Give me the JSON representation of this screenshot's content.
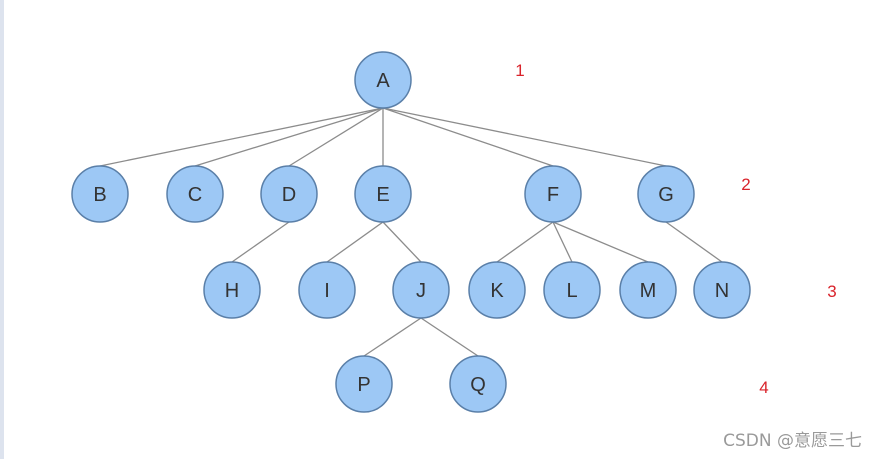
{
  "tree": {
    "nodes": [
      {
        "id": "A",
        "label": "A",
        "parent": null
      },
      {
        "id": "B",
        "label": "B",
        "parent": "A"
      },
      {
        "id": "C",
        "label": "C",
        "parent": "A"
      },
      {
        "id": "D",
        "label": "D",
        "parent": "A"
      },
      {
        "id": "E",
        "label": "E",
        "parent": "A"
      },
      {
        "id": "F",
        "label": "F",
        "parent": "A"
      },
      {
        "id": "G",
        "label": "G",
        "parent": "A"
      },
      {
        "id": "H",
        "label": "H",
        "parent": "D"
      },
      {
        "id": "I",
        "label": "I",
        "parent": "E"
      },
      {
        "id": "J",
        "label": "J",
        "parent": "E"
      },
      {
        "id": "K",
        "label": "K",
        "parent": "F"
      },
      {
        "id": "L",
        "label": "L",
        "parent": "F"
      },
      {
        "id": "M",
        "label": "M",
        "parent": "F"
      },
      {
        "id": "N",
        "label": "N",
        "parent": "G"
      },
      {
        "id": "P",
        "label": "P",
        "parent": "J"
      },
      {
        "id": "Q",
        "label": "Q",
        "parent": "J"
      }
    ],
    "level_labels": [
      "1",
      "2",
      "3",
      "4"
    ]
  },
  "watermark": "CSDN @意愿三七",
  "colors": {
    "node_fill": "#9dc8f5",
    "node_stroke": "#5a7fa8",
    "edge": "#8c8c8c",
    "level_label": "#d9232b",
    "watermark": "#9a9a9a"
  }
}
